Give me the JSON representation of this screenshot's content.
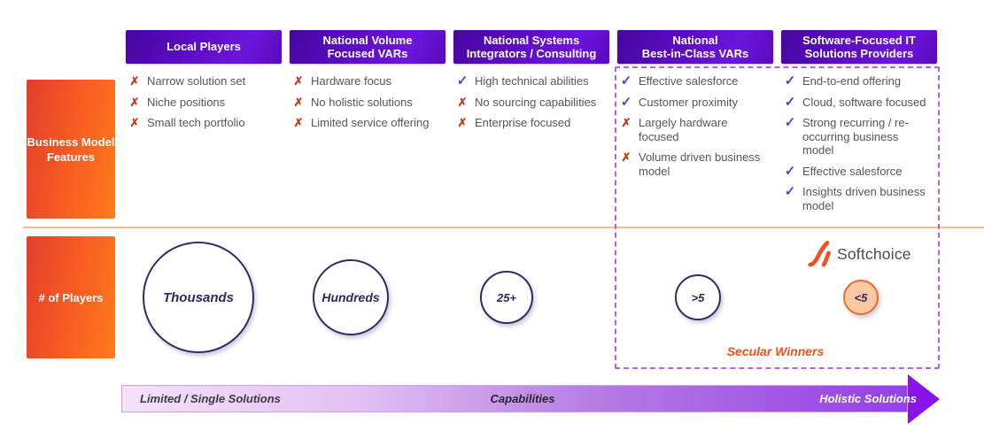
{
  "columns": [
    {
      "header_lines": [
        "Local Players"
      ],
      "features": [
        {
          "mark": "cross",
          "text": "Narrow solution set"
        },
        {
          "mark": "cross",
          "text": "Niche positions"
        },
        {
          "mark": "cross",
          "text": "Small tech portfolio"
        }
      ],
      "players_label": "Thousands"
    },
    {
      "header_lines": [
        "National Volume",
        "Focused VARs"
      ],
      "features": [
        {
          "mark": "cross",
          "text": "Hardware focus"
        },
        {
          "mark": "cross",
          "text": "No holistic solutions"
        },
        {
          "mark": "cross",
          "text": "Limited service offering"
        }
      ],
      "players_label": "Hundreds"
    },
    {
      "header_lines": [
        "National Systems",
        "Integrators / Consulting"
      ],
      "features": [
        {
          "mark": "check",
          "text": "High technical abilities"
        },
        {
          "mark": "cross",
          "text": "No sourcing capabilities"
        },
        {
          "mark": "cross",
          "text": "Enterprise focused"
        }
      ],
      "players_label": "25+"
    },
    {
      "header_lines": [
        "National",
        "Best-in-Class VARs"
      ],
      "features": [
        {
          "mark": "check",
          "text": "Effective salesforce"
        },
        {
          "mark": "check",
          "text": "Customer proximity"
        },
        {
          "mark": "cross",
          "text": "Largely hardware focused"
        },
        {
          "mark": "cross",
          "text": "Volume driven business model"
        }
      ],
      "players_label": ">5"
    },
    {
      "header_lines": [
        "Software-Focused IT",
        "Solutions Providers"
      ],
      "features": [
        {
          "mark": "check",
          "text": "End-to-end offering"
        },
        {
          "mark": "check",
          "text": "Cloud, software focused"
        },
        {
          "mark": "check",
          "text": "Strong recurring / re-occurring business model"
        },
        {
          "mark": "check",
          "text": "Effective salesforce"
        },
        {
          "mark": "check",
          "text": "Insights driven business model"
        }
      ],
      "players_label": "<5"
    }
  ],
  "row_labels": {
    "features": "Business Model Features",
    "players": "# of Players"
  },
  "secular_winners_label": "Secular Winners",
  "softchoice_wordmark": "Softchoice",
  "arrow": {
    "left_label": "Limited / Single Solutions",
    "center_label": "Capabilities",
    "right_label": "Holistic Solutions"
  },
  "colors": {
    "header_purple": "#5e0cc6",
    "label_orange": "#f95e22",
    "check_mark": "#4946c8",
    "cross_mark": "#c23a17",
    "winner_dash": "#b163ef",
    "winner_circle_fill": "#f9c9a3",
    "winner_circle_border": "#ef6a30",
    "circle_navy": "#322b68",
    "accent_orange": "#f1511e",
    "arrow_purple": "#8714e9"
  }
}
